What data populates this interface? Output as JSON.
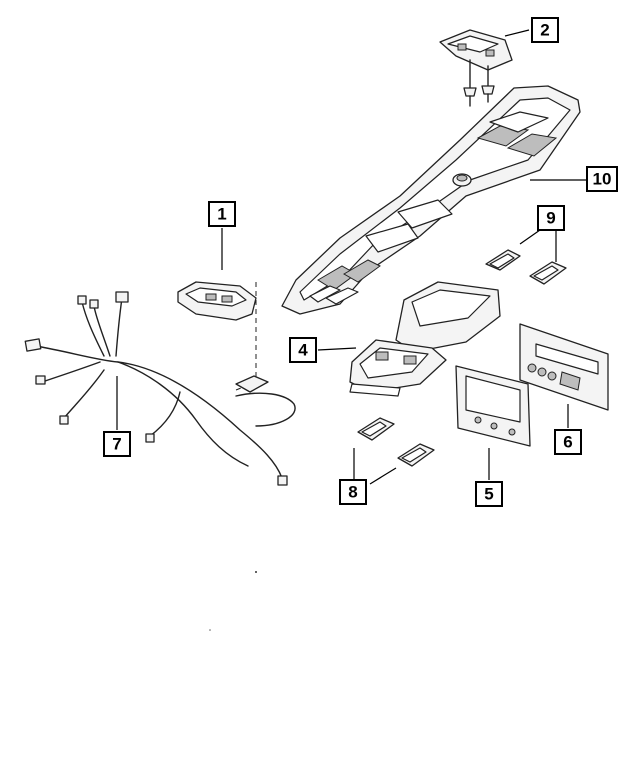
{
  "callouts": {
    "c1": "1",
    "c2": "2",
    "c4": "4",
    "c5": "5",
    "c6": "6",
    "c7": "7",
    "c8": "8",
    "c9": "9",
    "c10": "10"
  }
}
